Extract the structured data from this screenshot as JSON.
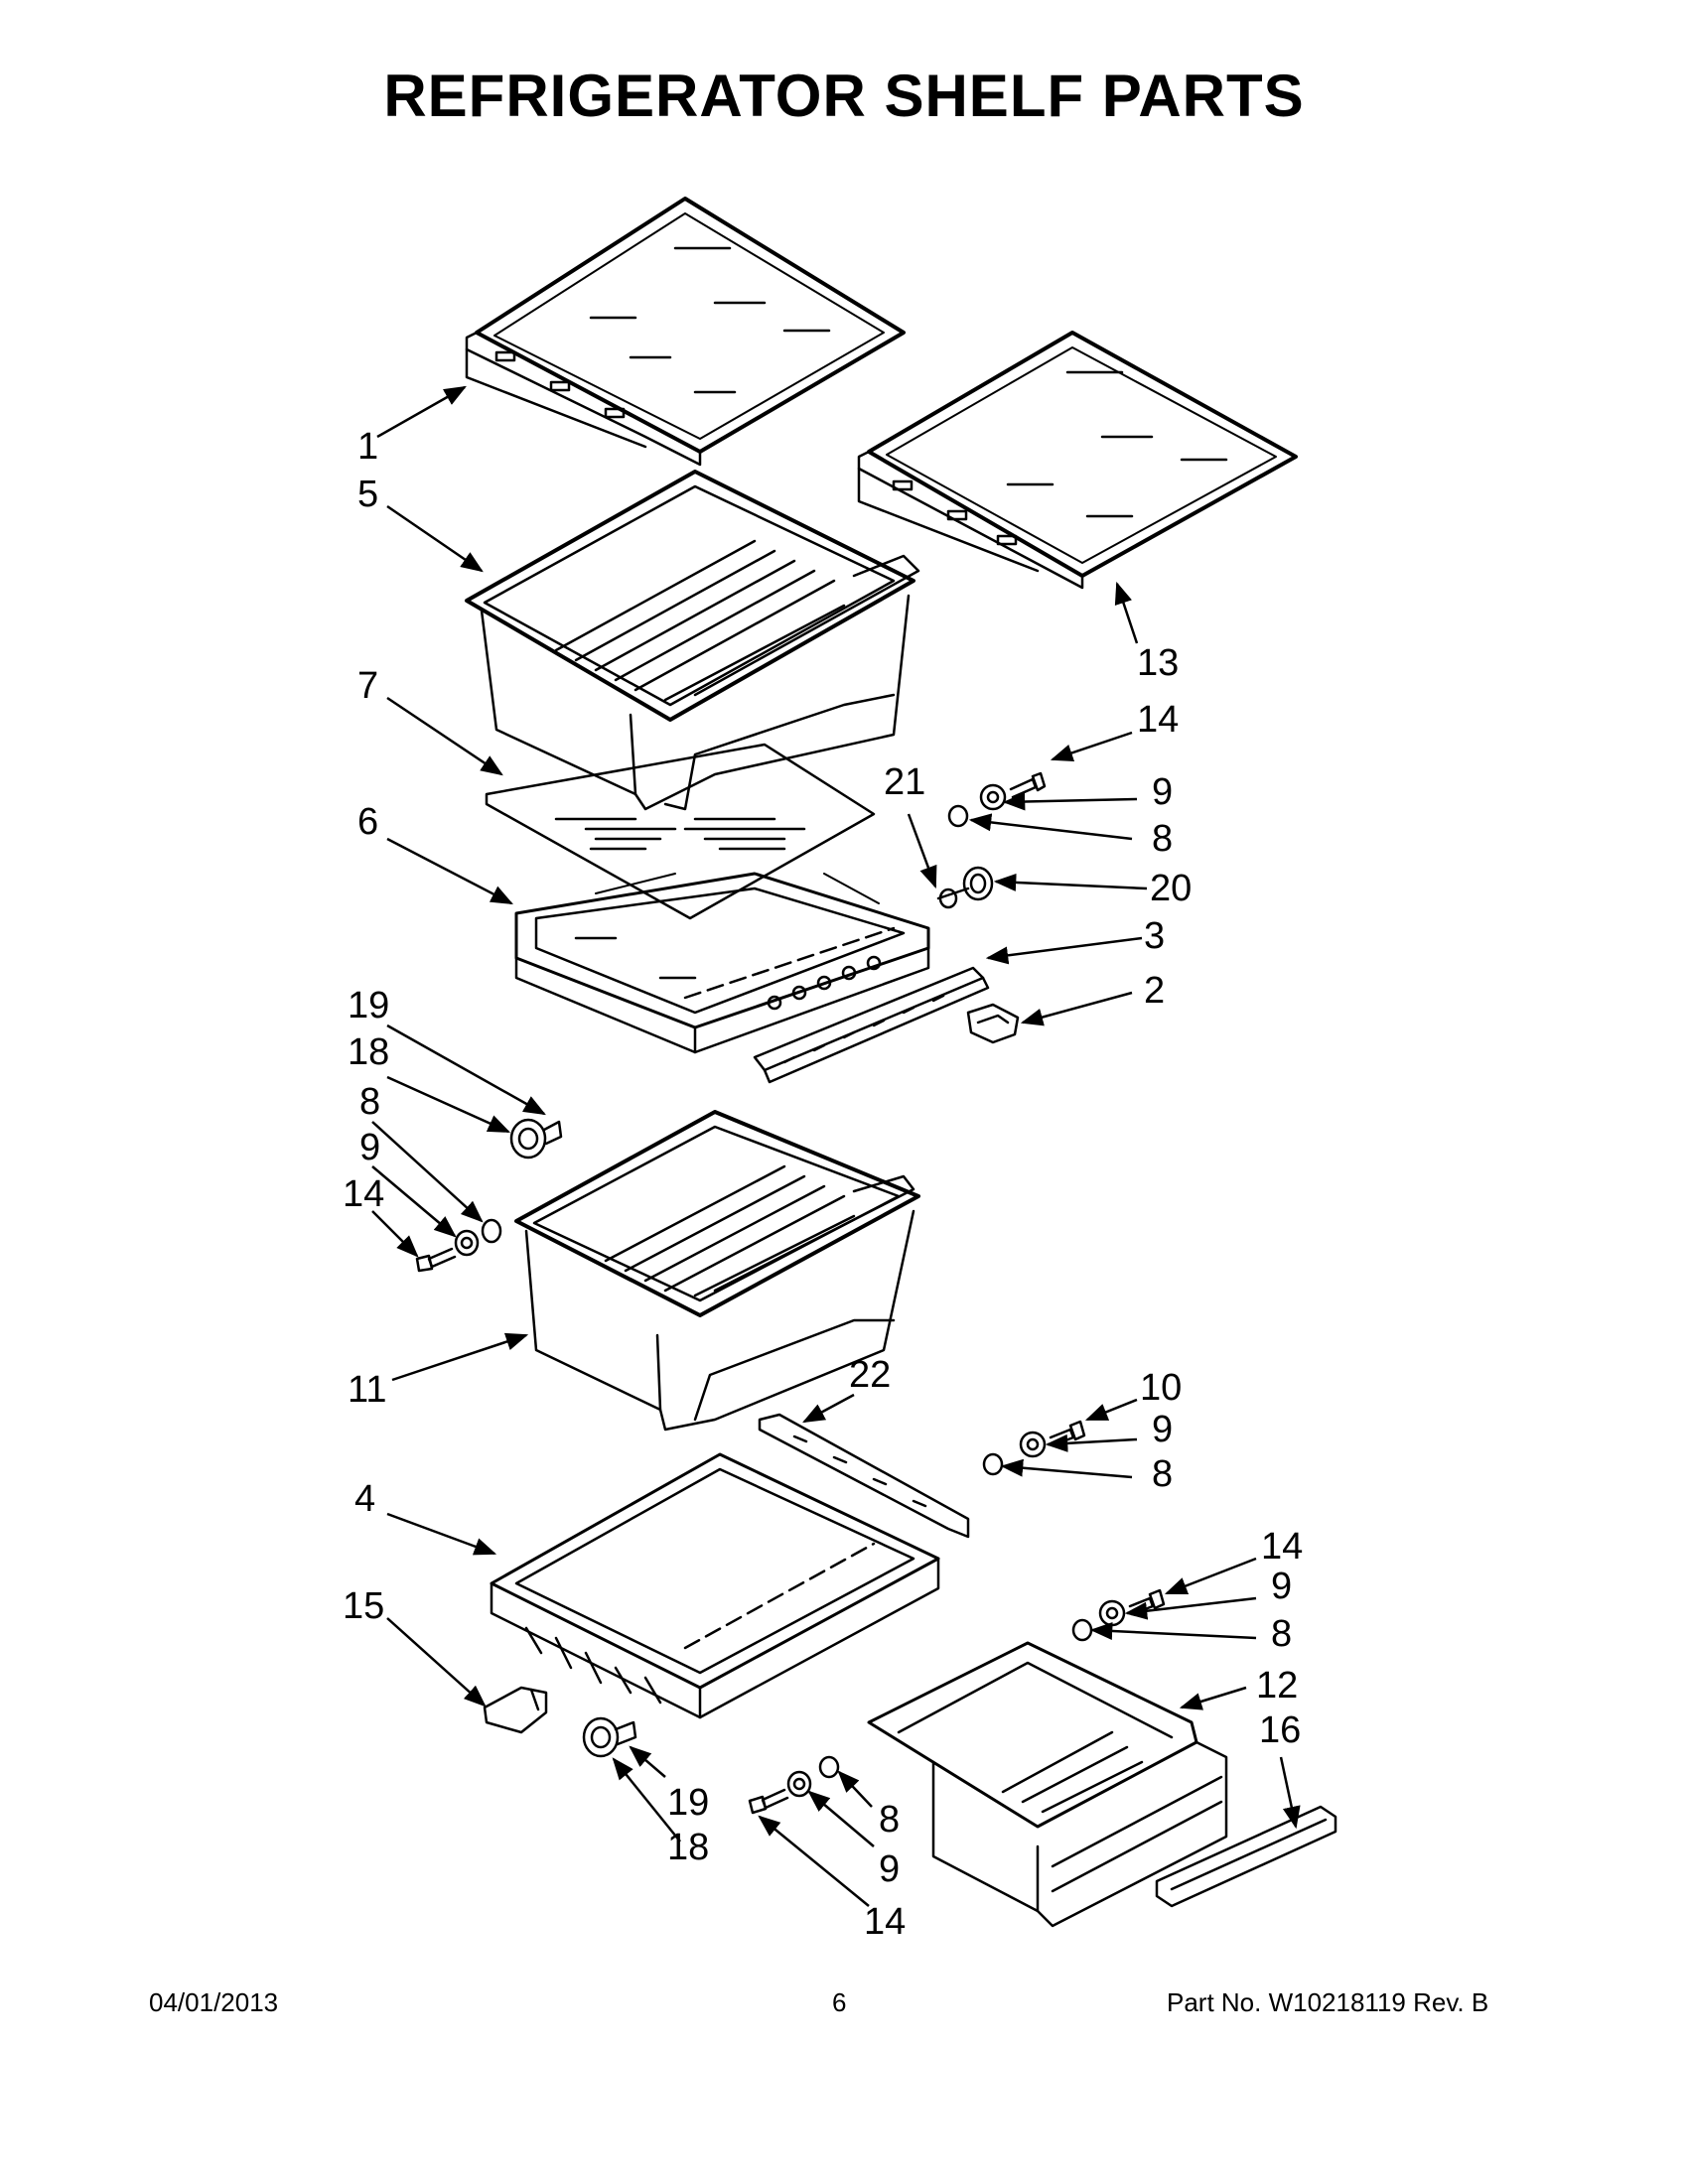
{
  "title": "REFRIGERATOR SHELF PARTS",
  "callouts": {
    "c1": "1",
    "c2": "2",
    "c3": "3",
    "c4": "4",
    "c5": "5",
    "c6": "6",
    "c7": "7",
    "c8a": "8",
    "c8b": "8",
    "c8c": "8",
    "c8d": "8",
    "c8e": "8",
    "c9a": "9",
    "c9b": "9",
    "c9c": "9",
    "c9d": "9",
    "c9e": "9",
    "c10": "10",
    "c11": "11",
    "c12": "12",
    "c13": "13",
    "c14a": "14",
    "c14b": "14",
    "c14c": "14",
    "c14d": "14",
    "c15": "15",
    "c16": "16",
    "c18a": "18",
    "c18b": "18",
    "c19a": "19",
    "c19b": "19",
    "c20": "20",
    "c21": "21",
    "c22": "22"
  },
  "footer": {
    "date": "04/01/2013",
    "page": "6",
    "part_no": "Part No.  W10218119  Rev.  B"
  }
}
